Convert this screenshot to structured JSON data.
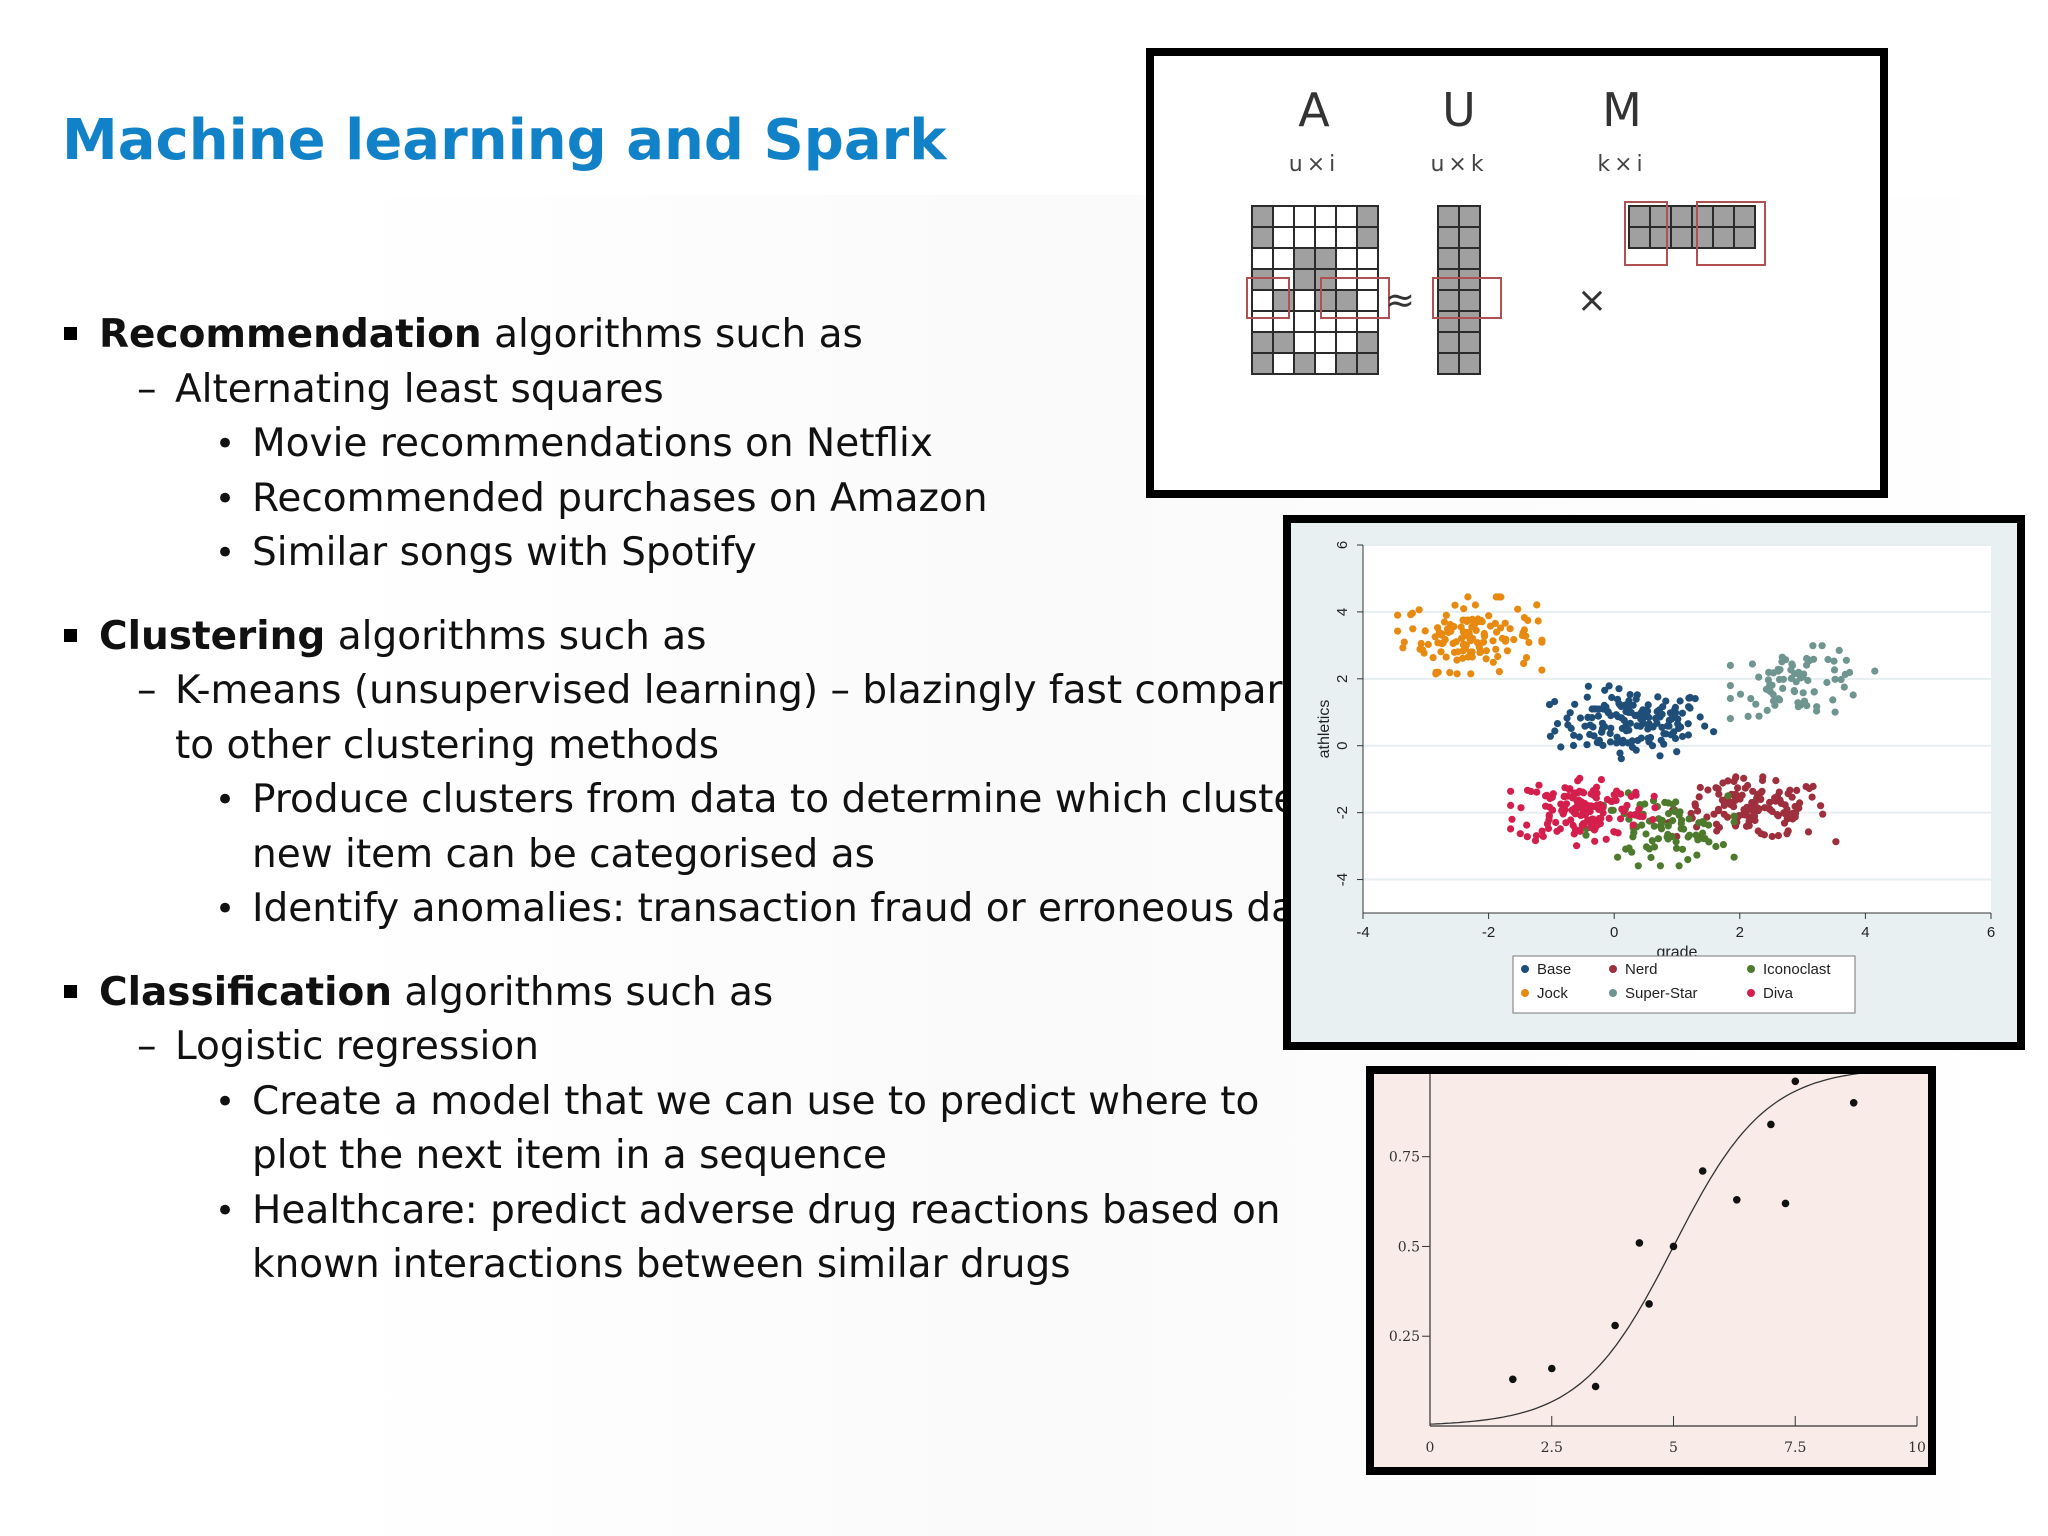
{
  "title": "Machine learning and Spark",
  "sections": [
    {
      "heading_bold": "Recommendation",
      "heading_rest": " algorithms such as",
      "items": [
        {
          "text": "Alternating least squares",
          "sub": [
            "Movie recommendations on Netflix",
            "Recommended purchases on Amazon",
            "Similar songs with Spotify"
          ]
        }
      ]
    },
    {
      "heading_bold": "Clustering",
      "heading_rest": " algorithms such as",
      "items": [
        {
          "text": "K-means (unsupervised learning) – blazingly fast compared",
          "text_cont": "to other clustering methods",
          "sub": [
            "Produce clusters from data to determine which cluster a",
            "new item can be categorised as",
            "Identify anomalies: transaction fraud or erroneous data"
          ]
        }
      ]
    },
    {
      "heading_bold": "Classification",
      "heading_rest": " algorithms such as",
      "items": [
        {
          "text": "Logistic regression",
          "sub": [
            "Create a model that we can use to predict where to",
            "plot the next item in a sequence",
            "Healthcare: predict adverse drug reactions based on",
            "known interactions between similar drugs"
          ]
        }
      ]
    }
  ],
  "markers": {
    "level2": "–",
    "level3": "•"
  },
  "figures": {
    "als": {
      "matrices": [
        {
          "name": "A",
          "dims": "u×i"
        },
        {
          "name": "U",
          "dims": "u×k"
        },
        {
          "name": "M",
          "dims": "k×i"
        }
      ],
      "approx_symbol": "≈",
      "times_symbol": "×"
    }
  },
  "chart_data": [
    {
      "type": "scatter",
      "xlabel": "grade",
      "ylabel": "athletics",
      "xlim": [
        -4,
        6
      ],
      "ylim": [
        -5,
        6
      ],
      "xticks": [
        "-4",
        "-2",
        "0",
        "2",
        "4",
        "6"
      ],
      "yticks": [
        "-4",
        "-2",
        "0",
        "2",
        "4",
        "6"
      ],
      "grid": true,
      "legend_position": "bottom",
      "series": [
        {
          "name": "Base",
          "color": "#1f4e79",
          "center": [
            0.3,
            0.7
          ],
          "spread": [
            1.1,
            0.9
          ],
          "n": 160
        },
        {
          "name": "Jock",
          "color": "#e88a10",
          "center": [
            -2.3,
            3.3
          ],
          "spread": [
            0.95,
            0.95
          ],
          "n": 130
        },
        {
          "name": "Nerd",
          "color": "#9e2f3c",
          "center": [
            2.2,
            -1.9
          ],
          "spread": [
            1.1,
            0.8
          ],
          "n": 140
        },
        {
          "name": "Super-Star",
          "color": "#6f9590",
          "center": [
            3.0,
            1.9
          ],
          "spread": [
            0.95,
            0.9
          ],
          "n": 80
        },
        {
          "name": "Iconoclast",
          "color": "#4e7a2d",
          "center": [
            0.7,
            -2.5
          ],
          "spread": [
            1.0,
            0.9
          ],
          "n": 90
        },
        {
          "name": "Diva",
          "color": "#d41f4d",
          "center": [
            -0.5,
            -1.9
          ],
          "spread": [
            0.95,
            0.9
          ],
          "n": 150
        }
      ]
    },
    {
      "type": "scatter",
      "xlim": [
        0,
        10
      ],
      "ylim": [
        0,
        1
      ],
      "xticks": [
        "0",
        "2.5",
        "5",
        "7.5",
        "10"
      ],
      "yticks": [
        "0.25",
        "0.5",
        "0.75"
      ],
      "points": [
        {
          "x": 1.7,
          "y": 0.13
        },
        {
          "x": 2.5,
          "y": 0.16
        },
        {
          "x": 3.4,
          "y": 0.11
        },
        {
          "x": 3.8,
          "y": 0.28
        },
        {
          "x": 4.3,
          "y": 0.51
        },
        {
          "x": 4.5,
          "y": 0.34
        },
        {
          "x": 5.0,
          "y": 0.5
        },
        {
          "x": 5.6,
          "y": 0.71
        },
        {
          "x": 6.3,
          "y": 0.63
        },
        {
          "x": 7.0,
          "y": 0.84
        },
        {
          "x": 7.3,
          "y": 0.62
        },
        {
          "x": 7.5,
          "y": 0.96
        },
        {
          "x": 8.7,
          "y": 0.9
        }
      ],
      "curve": {
        "type": "logistic",
        "midpoint": 5.0,
        "slope": 1.05
      }
    }
  ]
}
